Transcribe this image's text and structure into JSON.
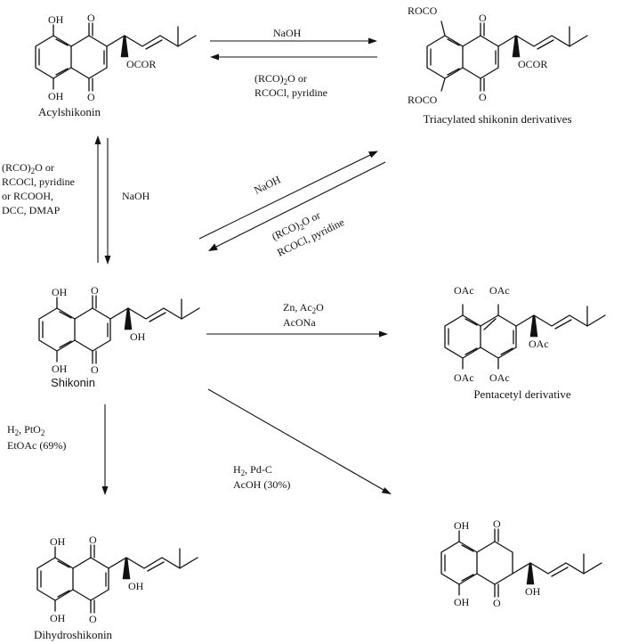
{
  "compounds": {
    "acylshikonin": "Acylshikonin",
    "triacylated": "Triacylated shikonin derivatives",
    "shikonin": "Shikonin",
    "pentacetyl": "Pentacetyl derivative",
    "dihydroshikonin": "Dihydroshikonin"
  },
  "conditions": {
    "a1_top": "NaOH",
    "a1_bot_line1": "(RCO)",
    "a1_bot_sub": "2",
    "a1_bot_line1_tail": "O or",
    "a1_bot_line2": "RCOCl, pyridine",
    "a2_left_line1": "(RCO)",
    "a2_left_sub": "2",
    "a2_left_tail": "O or",
    "a2_left_line2": "RCOCl, pyridine",
    "a2_left_line3": "or RCOOH,",
    "a2_left_line4": "DCC, DMAP",
    "a2_right": "NaOH",
    "a3_top": "NaOH",
    "a3_bot_line1": "(RCO)",
    "a3_bot_sub": "2",
    "a3_bot_tail": "O or",
    "a3_bot_line2": "RCOCl, pyridine",
    "a4_line1": "Zn, Ac",
    "a4_sub": "2",
    "a4_tail": "O",
    "a4_line2": "AcONa",
    "a5_line1": "H",
    "a5_sub1": "2",
    "a5_mid": ", PtO",
    "a5_sub2": "2",
    "a5_line2": "EtOAc (69%)",
    "a6_line1": "H",
    "a6_sub": "2",
    "a6_tail": ", Pd-C",
    "a6_line2": "AcOH (30%)"
  },
  "atoms": {
    "oh": "OH",
    "o": "O",
    "ocor": "OCOR",
    "roco": "ROCO",
    "oac": "OAc"
  }
}
